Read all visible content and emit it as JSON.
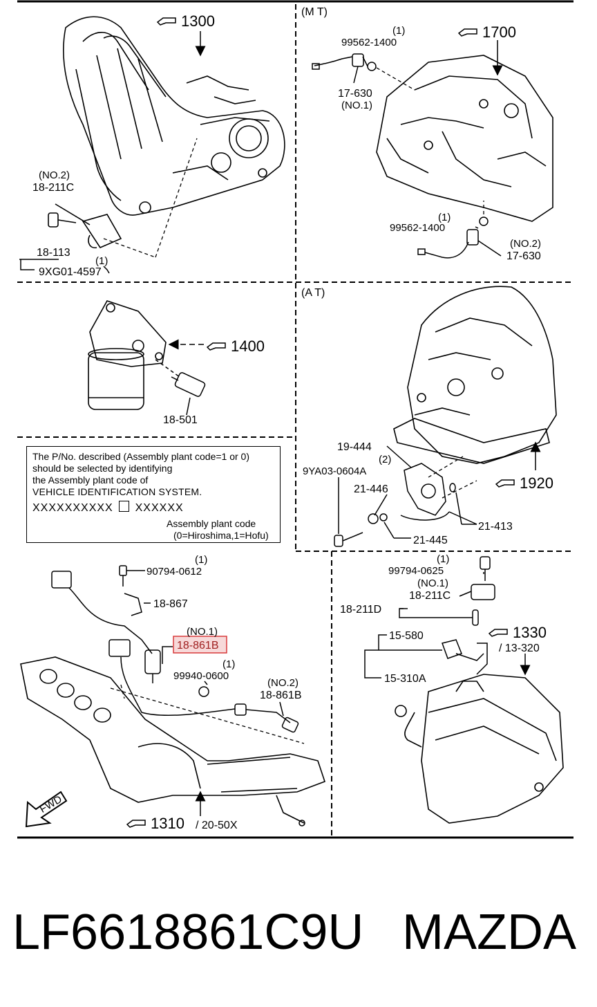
{
  "sections": {
    "mt": "(M T)",
    "at": "(A T)"
  },
  "refs": {
    "r1300": "1300",
    "r1700": "1700",
    "r1400": "1400",
    "r1920": "1920",
    "r1330": "1330",
    "r1330b": "/ 13-320",
    "r1310": "1310",
    "r1310b": "/ 20-50X"
  },
  "parts": {
    "p18_211C": "18-211C",
    "p18_211C_q": "(NO.2)",
    "p18_113": "18-113",
    "p9XG01": "9XG01-4597",
    "p9XG01_q": "(1)",
    "p99562a": "99562-1400",
    "p99562a_q": "(1)",
    "p17_630a": "17-630",
    "p17_630a_q": "(NO.1)",
    "p99562b": "99562-1400",
    "p99562b_q": "(1)",
    "p17_630b": "17-630",
    "p17_630b_q": "(NO.2)",
    "p18_501": "18-501",
    "p19_444": "19-444",
    "p9YA03": "9YA03-0604A",
    "p9YA03_q": "(2)",
    "p21_446": "21-446",
    "p21_413": "21-413",
    "p21_445": "21-445",
    "p90794": "90794-0612",
    "p90794_q": "(1)",
    "p18_867": "18-867",
    "p18_861B_hl": "18-861B",
    "p18_861B_hl_q": "(NO.1)",
    "p99940": "99940-0600",
    "p99940_q": "(1)",
    "p18_861B": "18-861B",
    "p18_861B_q": "(NO.2)",
    "p99794": "99794-0625",
    "p99794_q": "(1)",
    "p18_211C2": "18-211C",
    "p18_211C2_q": "(NO.1)",
    "p18_211D": "18-211D",
    "p15_580": "15-580",
    "p15_310A": "15-310A",
    "fwd": "FWD"
  },
  "note": {
    "line1": "The P/No. described (Assembly plant code=1 or 0)",
    "line2": "should be selected by identifying",
    "line3": "the Assembly plant code of",
    "line4": "VEHICLE IDENTIFICATION SYSTEM.",
    "x_left": "XXXXXXXXXX",
    "x_right": "XXXXXX",
    "apc1": "Assembly plant code",
    "apc2": "(0=Hiroshima,1=Hofu)"
  },
  "footer": {
    "part_number": "LF6618861C9U",
    "brand": "MAZDA"
  },
  "colors": {
    "highlight_fill": "#f7d9d9",
    "highlight_stroke": "#d9383a",
    "line": "#000000"
  }
}
